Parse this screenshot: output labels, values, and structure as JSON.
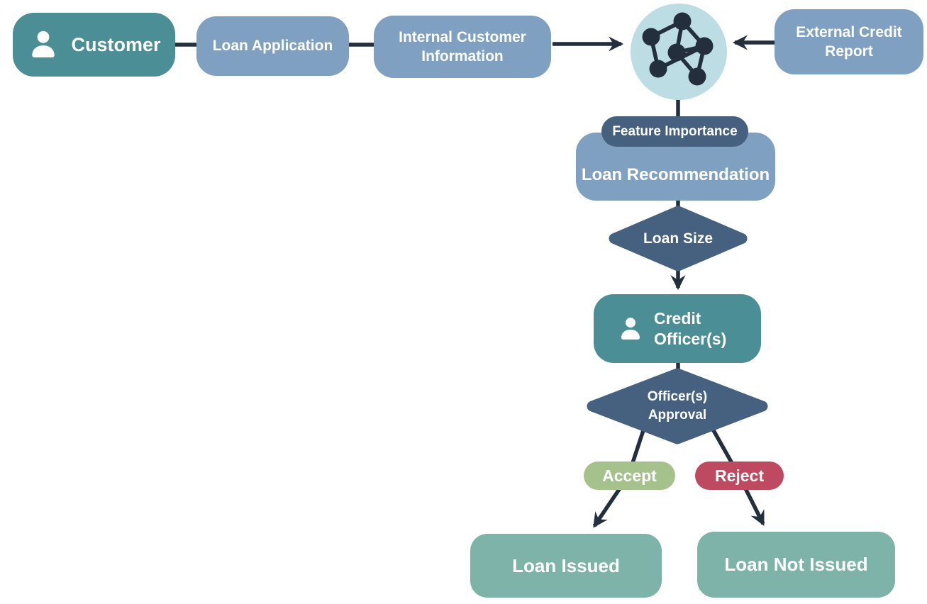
{
  "diagram_type": "flowchart",
  "colors": {
    "teal": "#4B8E96",
    "steel_blue": "#7FA0C1",
    "slate": "#45617F",
    "connector_navy": "#232F3D",
    "model_circle_light_blue": "#BBDDE3",
    "accept_green": "#A5C28C",
    "reject_red": "#BD4A61",
    "outcome_seafoam": "#7EB3AA",
    "text": "#FFFFFF"
  },
  "nodes": {
    "customer": {
      "label": "Customer",
      "icon": "person-icon"
    },
    "loan_application": {
      "label": "Loan Application"
    },
    "internal_customer_information": {
      "label": "Internal Customer Information"
    },
    "ml_model": {
      "icon": "neural-network-icon"
    },
    "external_credit_report": {
      "label": "External Credit Report"
    },
    "feature_importance": {
      "label": "Feature Importance"
    },
    "loan_recommendation": {
      "label": "Loan Recommendation"
    },
    "loan_size": {
      "label": "Loan Size"
    },
    "credit_officers": {
      "label": "Credit Officer(s)",
      "icon": "person-icon"
    },
    "officers_approval": {
      "label": "Officer(s) Approval"
    },
    "accept": {
      "label": "Accept"
    },
    "reject": {
      "label": "Reject"
    },
    "loan_issued": {
      "label": "Loan Issued"
    },
    "loan_not_issued": {
      "label": "Loan Not Issued"
    }
  },
  "edges": [
    {
      "from": "customer",
      "to": "loan_application",
      "arrow": false
    },
    {
      "from": "loan_application",
      "to": "internal_customer_information",
      "arrow": false
    },
    {
      "from": "internal_customer_information",
      "to": "ml_model",
      "arrow": true
    },
    {
      "from": "external_credit_report",
      "to": "ml_model",
      "arrow": true
    },
    {
      "from": "ml_model",
      "to": "loan_recommendation",
      "arrow": false,
      "badge": "feature_importance"
    },
    {
      "from": "loan_recommendation",
      "to": "loan_size",
      "arrow": false
    },
    {
      "from": "loan_size",
      "to": "credit_officers",
      "arrow": true
    },
    {
      "from": "credit_officers",
      "to": "officers_approval",
      "arrow": false
    },
    {
      "from": "officers_approval",
      "to": "loan_issued",
      "via": "accept",
      "arrow": true
    },
    {
      "from": "officers_approval",
      "to": "loan_not_issued",
      "via": "reject",
      "arrow": true
    }
  ]
}
